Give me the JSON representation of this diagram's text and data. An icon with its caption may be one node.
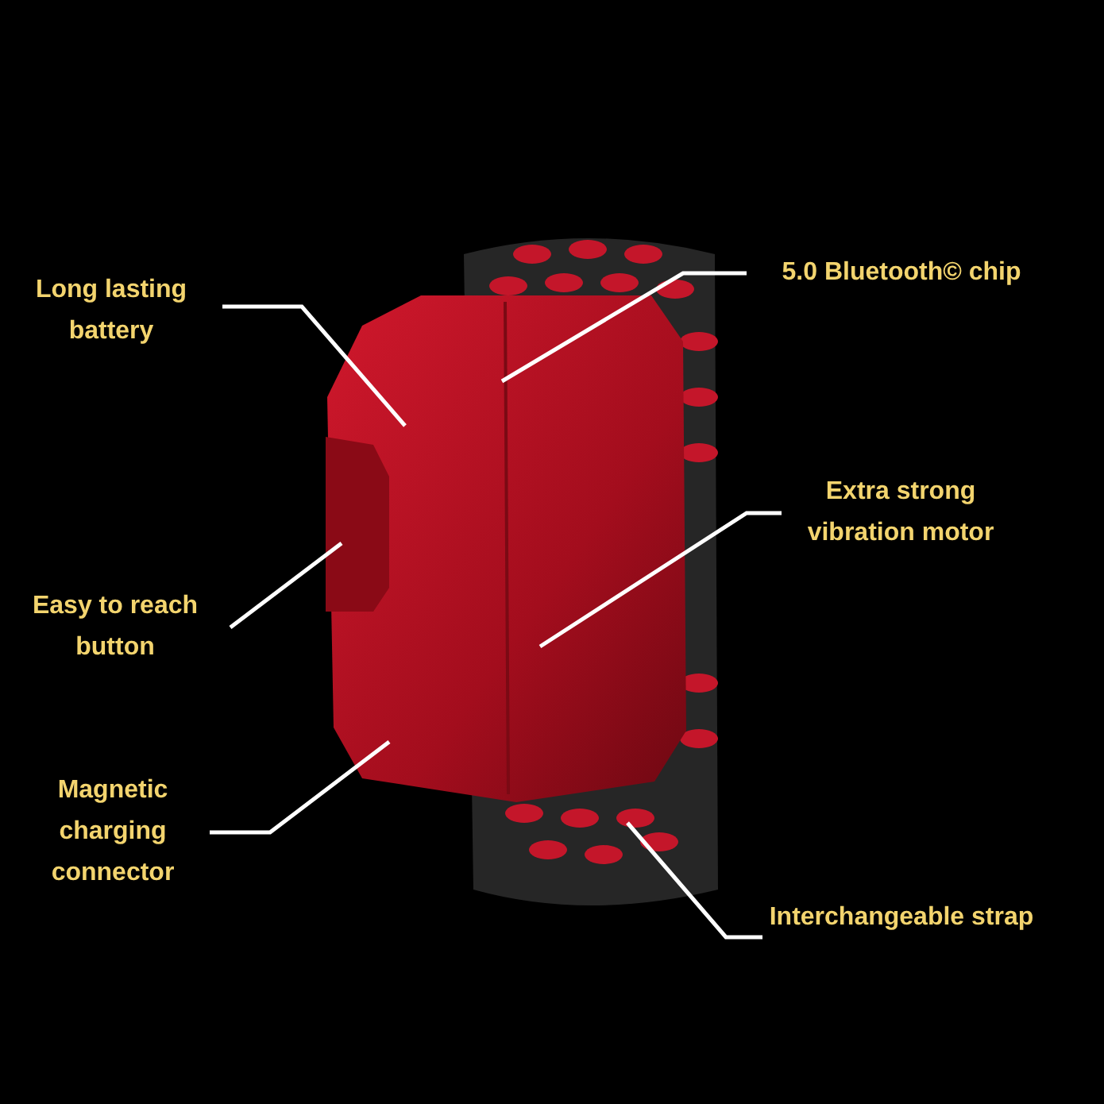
{
  "diagram": {
    "nodes": [
      {
        "text": [
          "Long lasting battery"
        ]
      },
      {
        "text": [
          "5.0 Bluetooth© chip"
        ]
      },
      {
        "text": [
          "Extra strong vibration motor"
        ]
      },
      {
        "text": [
          "Easy to reach button"
        ]
      },
      {
        "text": [
          "Magnetic charging connector"
        ]
      },
      {
        "text": [
          "Interchangeable strap"
        ]
      }
    ],
    "edges": [
      {
        "from": 0,
        "to": null,
        "arrow": "none"
      },
      {
        "from": 1,
        "to": null,
        "arrow": "none"
      },
      {
        "from": 2,
        "to": null,
        "arrow": "none"
      },
      {
        "from": 3,
        "to": null,
        "arrow": "none"
      },
      {
        "from": 4,
        "to": null,
        "arrow": "none"
      },
      {
        "from": 5,
        "to": null,
        "arrow": "none"
      }
    ]
  }
}
